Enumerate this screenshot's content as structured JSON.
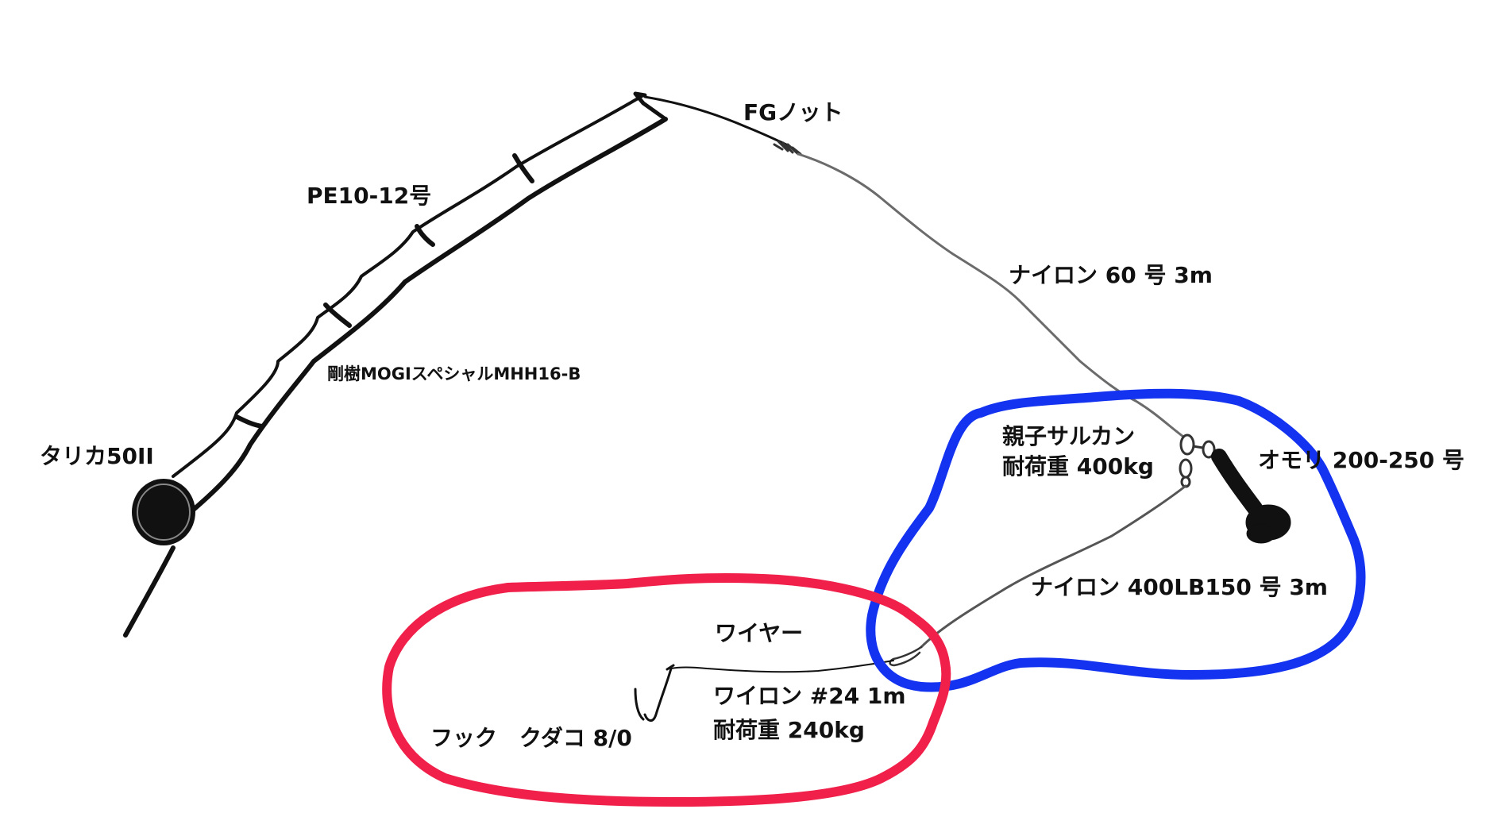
{
  "diagram": {
    "labels": {
      "fg_knot": "FGノット",
      "main_line": "PE10-12号",
      "rod": "剛樹MOGIスペシャルMHH16-B",
      "reel": "タリカ50II",
      "nylon_upper": "ナイロン 60 号 3m",
      "swivel_line1": "親子サルカン",
      "swivel_line2": "耐荷重 400kg",
      "sinker": "オモリ 200-250 号",
      "nylon_lower": "ナイロン 400LB150 号 3m",
      "wire": "ワイヤー",
      "wire_spec_line1": "ワイロン #24 1m",
      "wire_spec_line2": "耐荷重 240kg",
      "hook": "フック　クダコ 8/0"
    },
    "colors": {
      "ink": "#111111",
      "line_gray": "#6b6b6b",
      "blue_circle": "#1433f0",
      "red_circle": "#f0204a"
    }
  }
}
